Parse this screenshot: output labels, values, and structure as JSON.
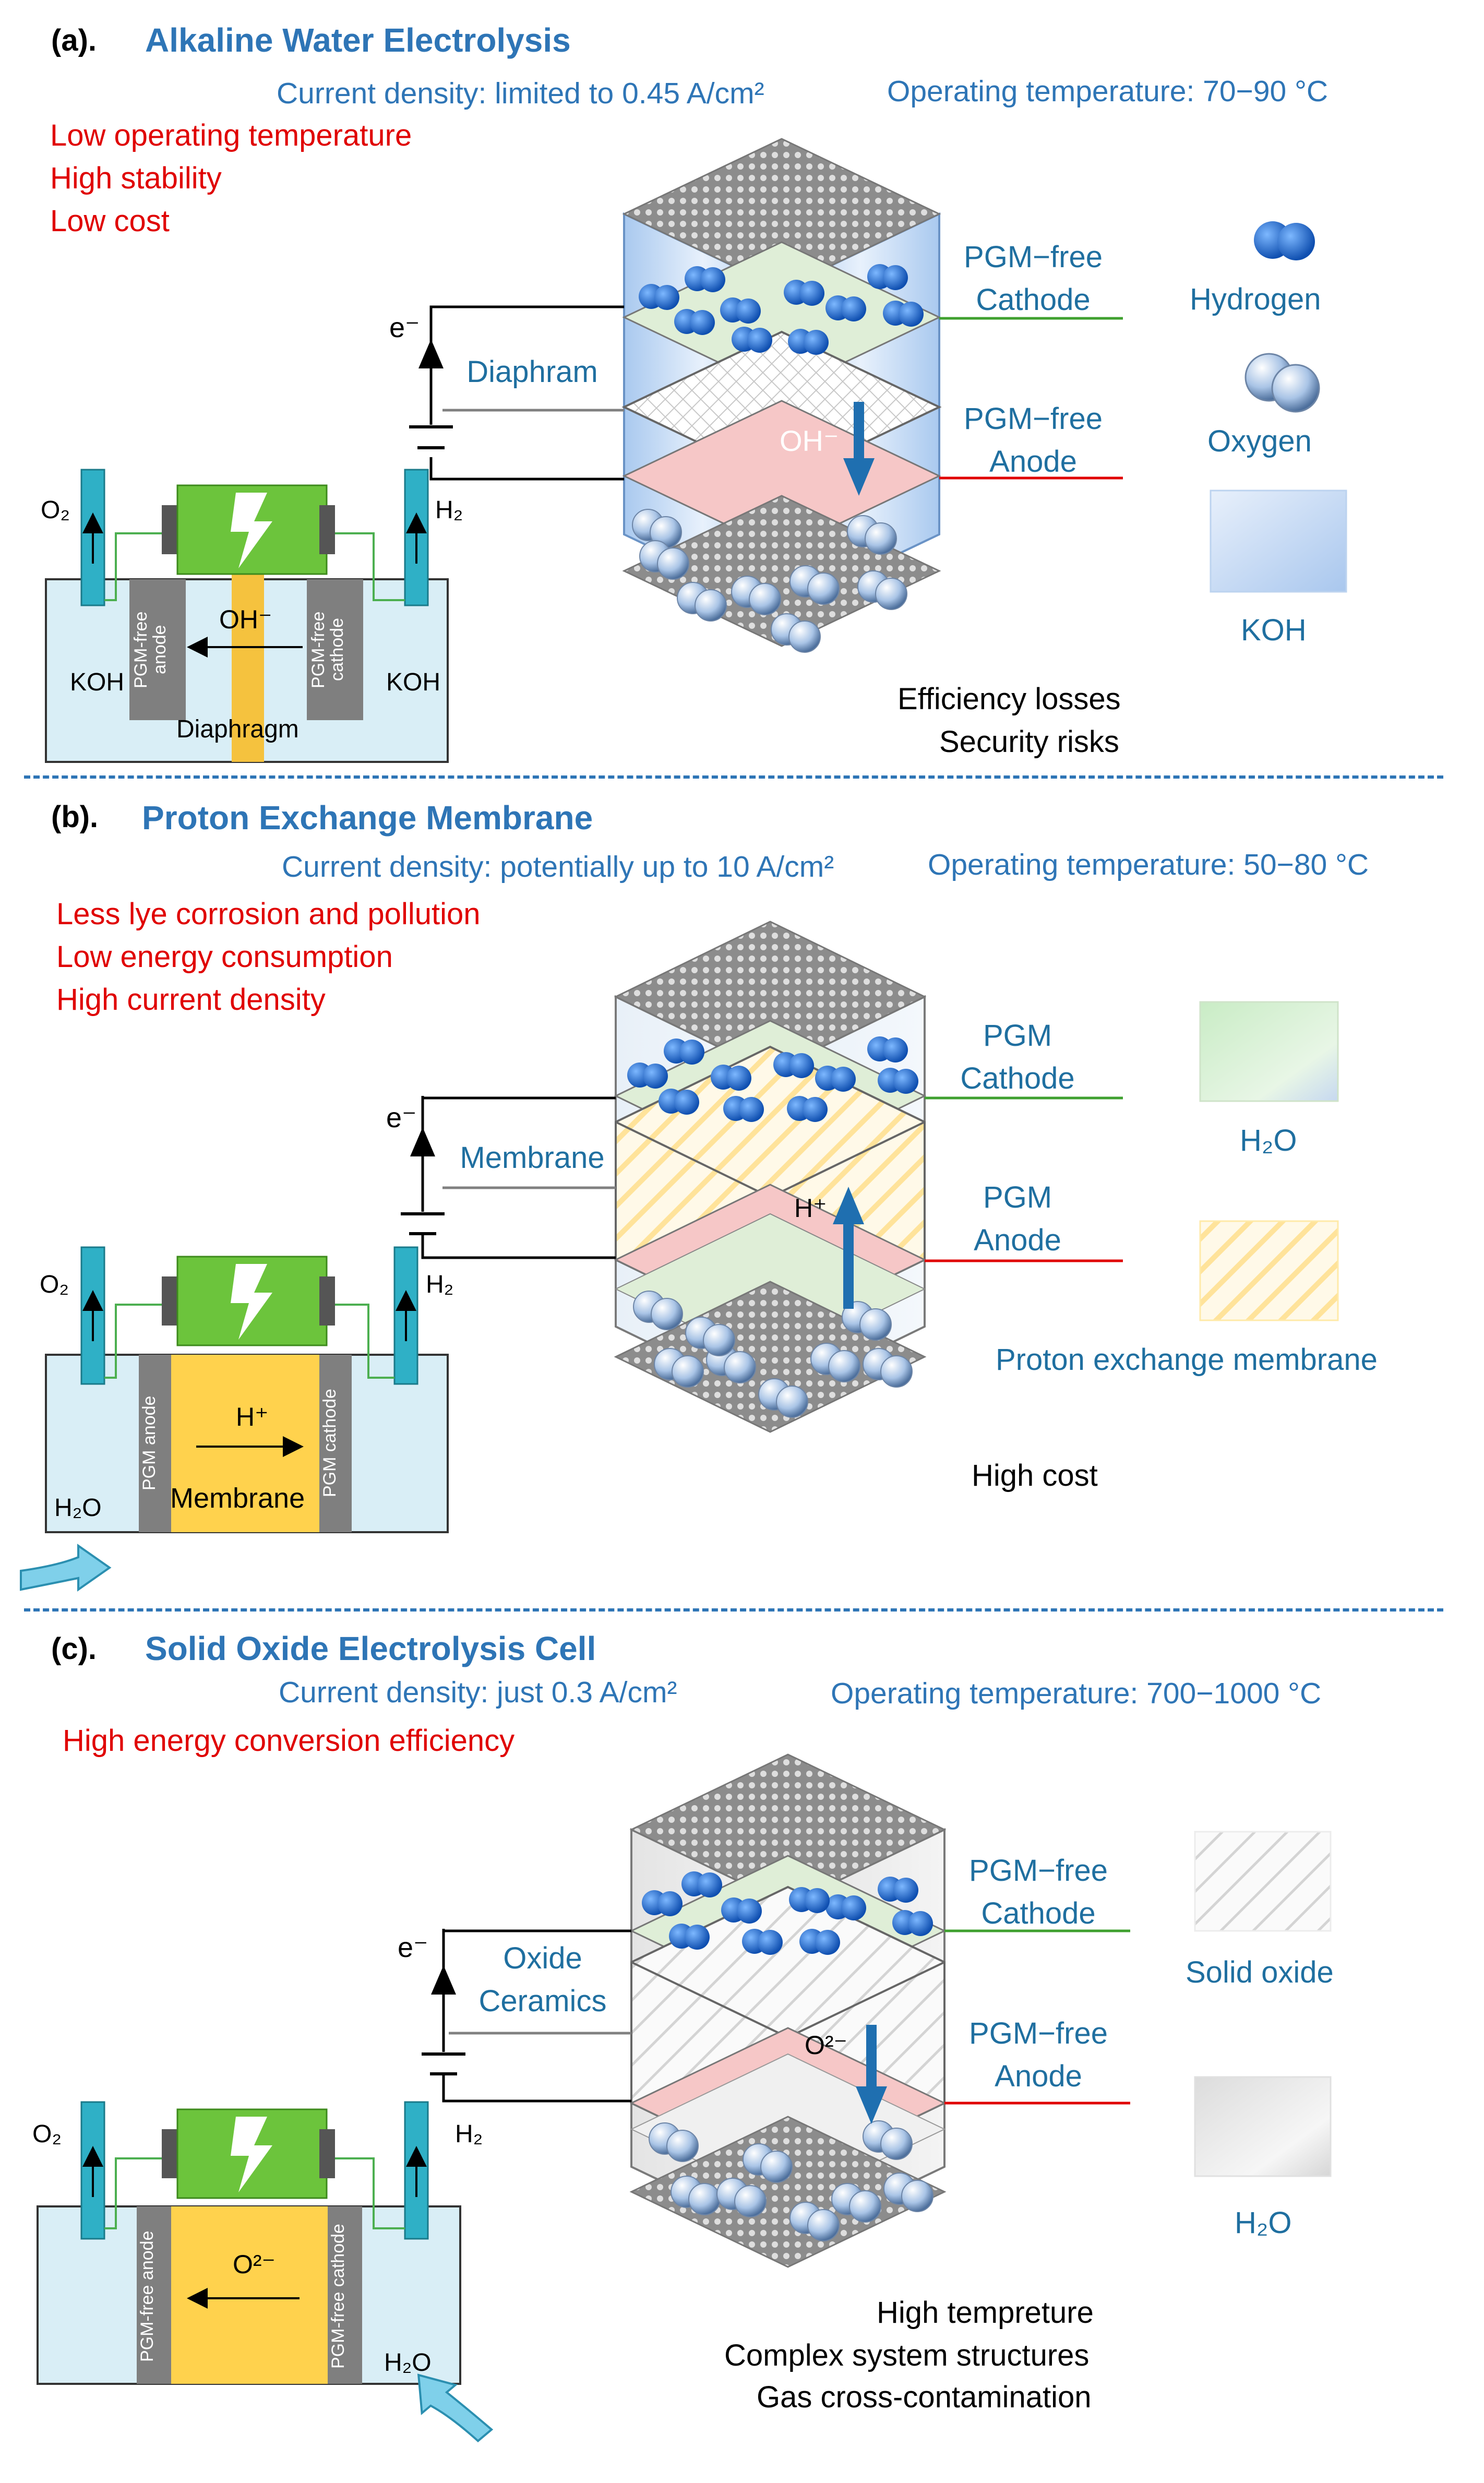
{
  "colors": {
    "title_blue": "#2e75b6",
    "pro_red": "#e00000",
    "cathode_green": "#3fa02f",
    "anode_red": "#e00000",
    "membrane_yellow": "#ffd24d",
    "electrolyte": "#d9eef6"
  },
  "panel_a": {
    "label": "(a).",
    "title": "Alkaline Water Electrolysis",
    "current_density": "Current density: limited to 0.45 A/cm²",
    "temperature": "Operating temperature: 70−90 °C",
    "advantages": [
      "Low operating temperature",
      "High stability",
      "Low cost"
    ],
    "disadvantages": [
      "Efficiency losses",
      "Security risks"
    ],
    "cathode": "PGM−free Cathode",
    "anode": "PGM−free Anode",
    "separator": "Diaphram",
    "ion": "OH⁻",
    "cell_ion": "OH⁻",
    "cell_separator": "Diaphragm",
    "cell_anode": "PGM-free anode",
    "cell_cathode": "PGM-free cathode",
    "electrolyte_left": "KOH",
    "electrolyte_right": "KOH",
    "electron": "e⁻",
    "gas_left": "O₂",
    "gas_right": "H₂",
    "legend": [
      "Hydrogen",
      "Oxygen",
      "KOH"
    ]
  },
  "panel_b": {
    "label": "(b).",
    "title": "Proton Exchange Membrane",
    "current_density": "Current density: potentially up to 10 A/cm²",
    "temperature": "Operating temperature: 50−80 °C",
    "advantages": [
      "Less lye corrosion and pollution",
      "Low energy consumption",
      "High current density"
    ],
    "disadvantages": [
      "High cost"
    ],
    "cathode": "PGM Cathode",
    "anode": "PGM Anode",
    "separator": "Membrane",
    "ion": "H⁺",
    "cell_ion": "H⁺",
    "cell_separator": "Membrane",
    "cell_anode": "PGM anode",
    "cell_cathode": "PGM cathode",
    "electrolyte": "H₂O",
    "electron": "e⁻",
    "gas_left": "O₂",
    "gas_right": "H₂",
    "legend": [
      "H₂O",
      "Proton exchange membrane"
    ]
  },
  "panel_c": {
    "label": "(c).",
    "title": "Solid Oxide Electrolysis Cell",
    "current_density": "Current density: just 0.3 A/cm²",
    "temperature": "Operating temperature: 700−1000 °C",
    "advantages": [
      "High energy conversion efficiency"
    ],
    "disadvantages": [
      "High tempreture",
      "Complex system structures",
      "Gas cross-contamination"
    ],
    "cathode": "PGM−free Cathode",
    "anode": "PGM−free Anode",
    "separator": "Oxide Ceramics",
    "ion": "O²⁻",
    "cell_ion": "O²⁻",
    "cell_anode": "PGM-free anode",
    "cell_cathode": "PGM-free cathode",
    "electrolyte": "H₂O",
    "electron": "e⁻",
    "gas_left": "O₂",
    "gas_right": "H₂",
    "legend": [
      "Solid oxide",
      "H₂O"
    ]
  }
}
